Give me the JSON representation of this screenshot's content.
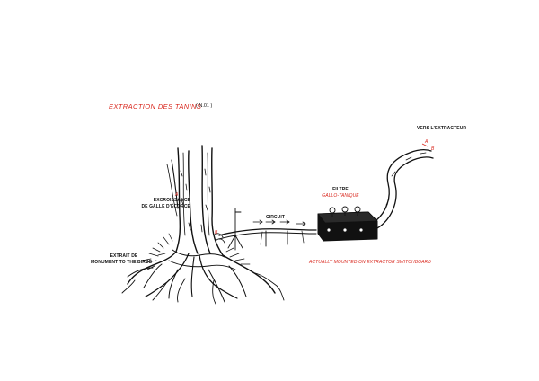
{
  "title": "EXTRACTION DES TANINS",
  "number": "( N.01 )",
  "labels": {
    "vers_extracteur": "VERS L'EXTRACTEUR",
    "filtre": "FILTRE",
    "gallo_tanique": "GALLO-TANIQUE",
    "excroissance_line1": "EXCROISSANCE",
    "excroissance_line2": "DE GALLE D'ÉCORCE",
    "circuit": "CIRCUIT",
    "extrait_line1": "EXTRAIT DE",
    "extrait_line2": "MONUMENT TO THE BIRDS",
    "mounted": "ACTUALLY MOUNTED ON EXTRACTOR SWITCHBOARD",
    "point_a": "A",
    "point_b": "B",
    "point_b2": "B",
    "point_a2": "A"
  },
  "colors": {
    "ink": "#111111",
    "accent": "#d9261c",
    "background": "#ffffff"
  }
}
